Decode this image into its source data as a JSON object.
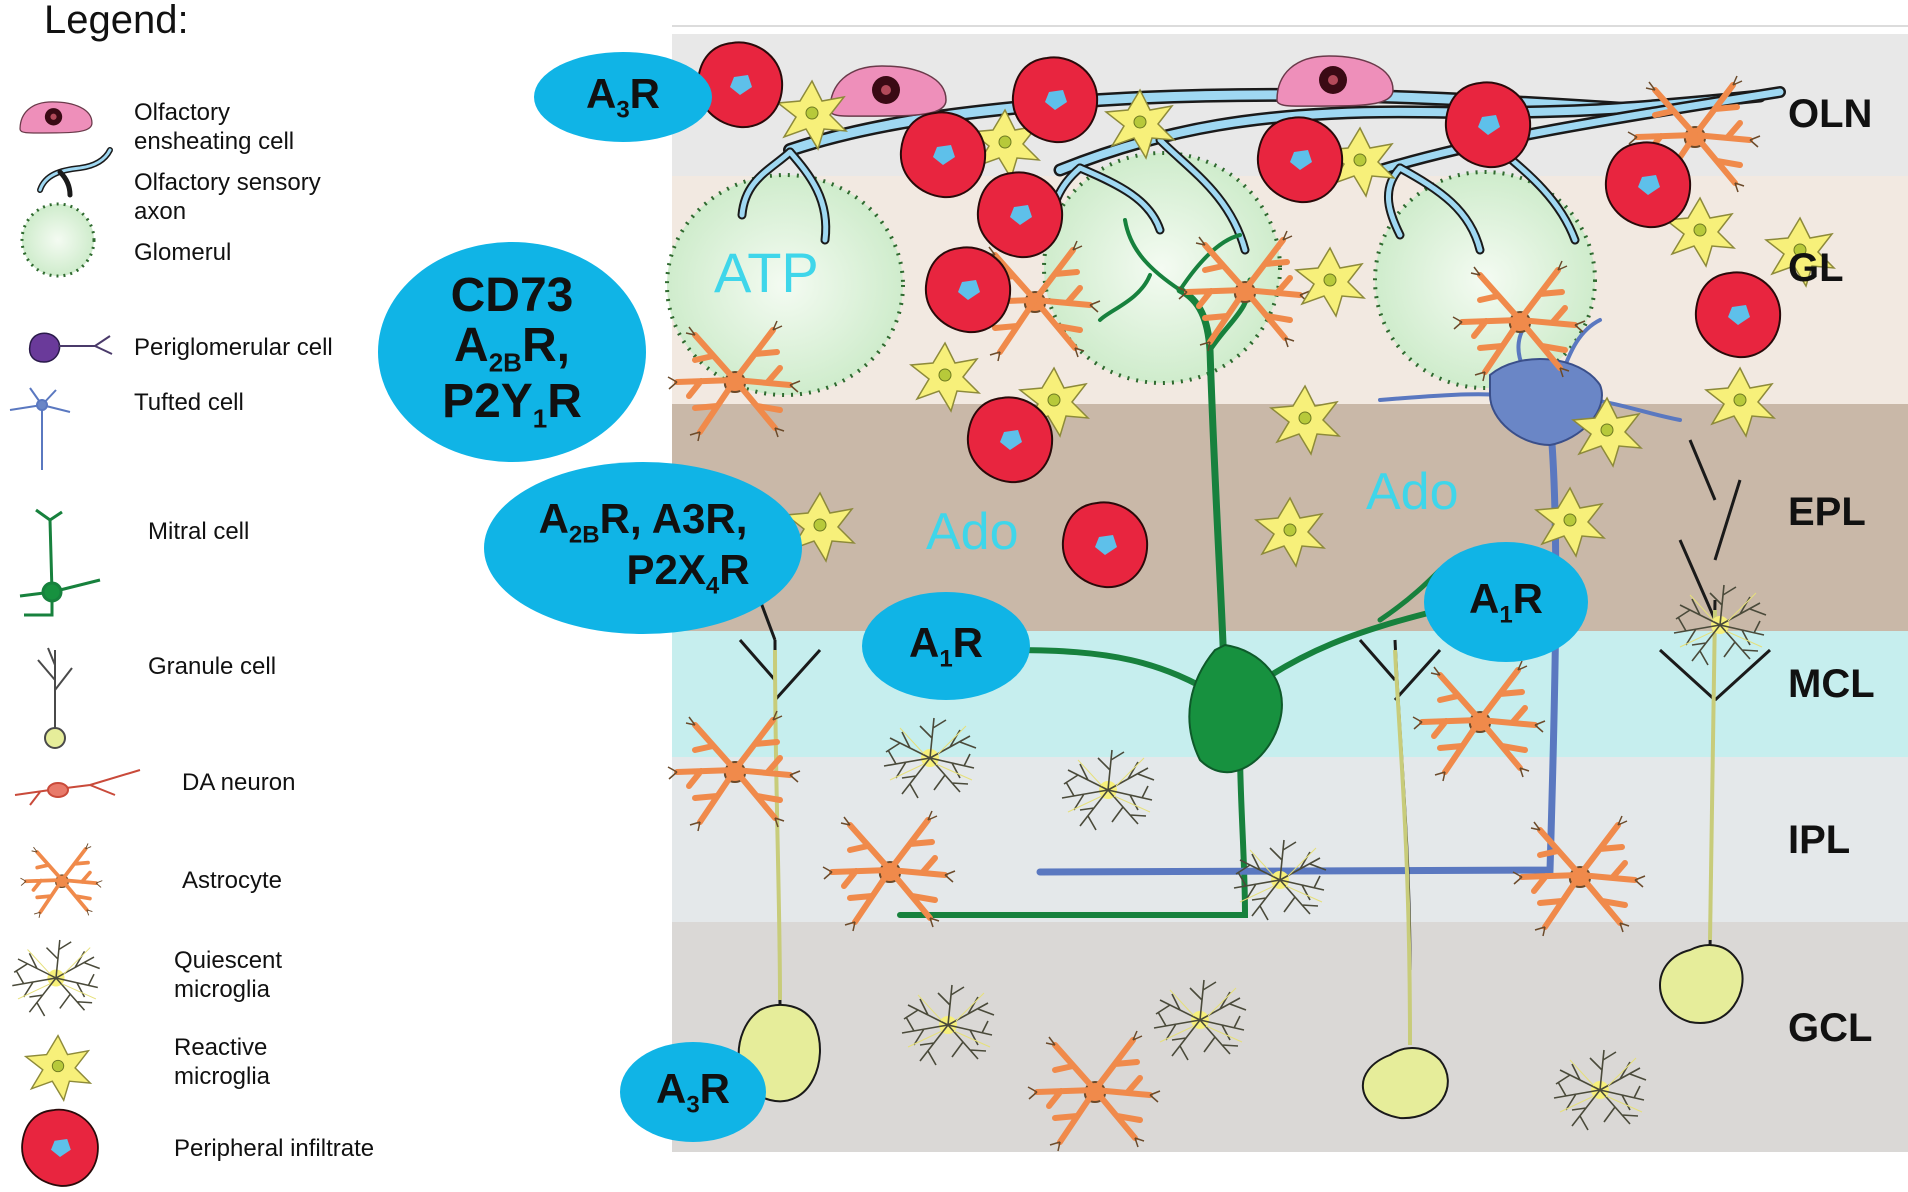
{
  "legend": {
    "title": "Legend:",
    "items": [
      {
        "label": "Olfactory\nensheating cell",
        "icon": "olfactory-ensheathing-cell-icon"
      },
      {
        "label": "Olfactory sensory\naxon",
        "icon": "olfactory-sensory-axon-icon"
      },
      {
        "label": "Glomerul",
        "icon": "glomerulus-icon"
      },
      {
        "label": "Periglomerular cell",
        "icon": "periglomerular-cell-icon"
      },
      {
        "label": "Tufted cell",
        "icon": "tufted-cell-icon"
      },
      {
        "label": "Mitral cell",
        "icon": "mitral-cell-icon"
      },
      {
        "label": "Granule cell",
        "icon": "granule-cell-icon"
      },
      {
        "label": "DA neuron",
        "icon": "da-neuron-icon"
      },
      {
        "label": "Astrocyte",
        "icon": "astrocyte-icon"
      },
      {
        "label": "Quiescent\nmicroglia",
        "icon": "quiescent-microglia-icon"
      },
      {
        "label": "Reactive\nmicroglia",
        "icon": "reactive-microglia-icon"
      },
      {
        "label": "Peripheral infiltrate",
        "icon": "peripheral-infiltrate-icon"
      }
    ]
  },
  "layers": [
    "OLN",
    "GL",
    "EPL",
    "MCL",
    "IPL",
    "GCL"
  ],
  "receptors": {
    "a3r_top": {
      "base": "A",
      "sub": "3",
      "rest": "R"
    },
    "cd73": {
      "line1": "CD73",
      "line2_base": "A",
      "line2_sub": "2B",
      "line2_rest": "R,",
      "line3_base": "P2Y",
      "line3_sub": "1",
      "line3_rest": "R"
    },
    "a2br_a3r": {
      "line1_base": "A",
      "line1_sub": "2B",
      "line1_rest": "R, A3R,",
      "line2_base": "P2X",
      "line2_sub": "4",
      "line2_rest": "R"
    },
    "a1r_left": {
      "base": "A",
      "sub": "1",
      "rest": "R"
    },
    "a1r_right": {
      "base": "A",
      "sub": "1",
      "rest": "R"
    },
    "a3r_bottom": {
      "base": "A",
      "sub": "3",
      "rest": "R"
    }
  },
  "molecules": {
    "atp": "ATP",
    "ado_left": "Ado",
    "ado_right": "Ado"
  },
  "colors": {
    "receptor_bubble": "#10b4e6",
    "molecule_text": "#3fd6ea",
    "oln": "#e8e8e8",
    "gl": "#f2e9e1",
    "epl": "#c9b8a8",
    "mcl": "#c6eeee",
    "ipl": "#e4e8ea",
    "gcl": "#dad8d6",
    "astrocyte": "#f08a4b",
    "reactive_microglia": "#f7f07a",
    "peripheral_infiltrate": "#e8253f",
    "mitral": "#1b9a4a",
    "tufted": "#6a86c6",
    "granule": "#e8ee9a",
    "axon": "#9fd8f2"
  }
}
